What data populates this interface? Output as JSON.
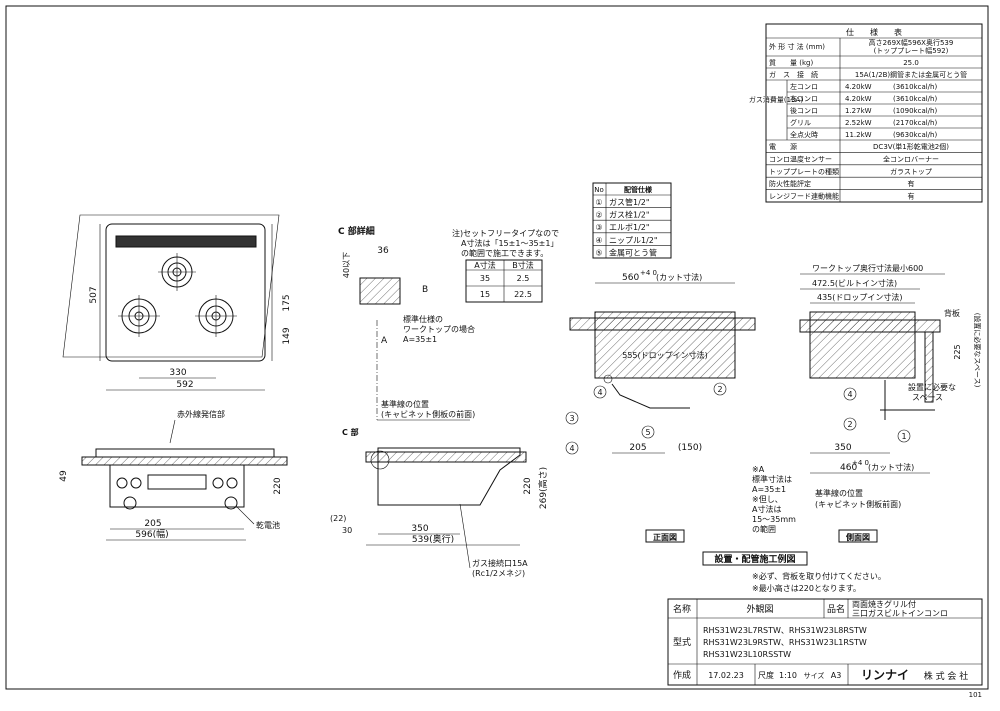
{
  "spec": {
    "title": "仕　　様　　表",
    "rows": [
      {
        "label": "外 形 寸 法 (mm)",
        "value": "高さ269X幅596X奥行539",
        "value2": "(トッププレート幅592)"
      },
      {
        "label": "質　　量 (kg)",
        "value": "25.0"
      },
      {
        "label": "ガ　ス　接　続",
        "value": "15A(1/2B)鋼管または金属可とう管"
      }
    ],
    "gas_group_label": "ガス消費量(13A)",
    "gas": [
      {
        "label": "左コンロ",
        "kw": "4.20kW",
        "kcal": "(3610kcal/h)"
      },
      {
        "label": "右コンロ",
        "kw": "4.20kW",
        "kcal": "(3610kcal/h)"
      },
      {
        "label": "後コンロ",
        "kw": "1.27kW",
        "kcal": "(1090kcal/h)"
      },
      {
        "label": "グリル",
        "kw": "2.52kW",
        "kcal": "(2170kcal/h)"
      },
      {
        "label": "全点火時",
        "kw": "11.2kW",
        "kcal": "(9630kcal/h)"
      }
    ],
    "rows2": [
      {
        "label": "電　　源",
        "value": "DC3V(単1形乾電池2個)"
      },
      {
        "label": "コンロ温度センサー",
        "value": "全コンロバーナー"
      },
      {
        "label": "トッププレートの種類",
        "value": "ガラストップ"
      },
      {
        "label": "防火性能評定",
        "value": "有"
      },
      {
        "label": "レンジフード連動機能",
        "value": "有"
      }
    ]
  },
  "pipe_spec": {
    "header_no": "No",
    "header": "配管仕様",
    "items": [
      {
        "no": "①",
        "name": "ガス管1/2\""
      },
      {
        "no": "②",
        "name": "ガス栓1/2\""
      },
      {
        "no": "③",
        "name": "エルボ1/2\""
      },
      {
        "no": "④",
        "name": "ニップル1/2\""
      },
      {
        "no": "⑤",
        "name": "金属可とう管"
      }
    ]
  },
  "note_setfree": {
    "lines": [
      "注)セットフリータイプなので",
      "A寸法は「15±1〜35±1」",
      "の範囲で施工できます。"
    ],
    "col_a": "A寸法",
    "col_b": "B寸法",
    "rows": [
      [
        "35",
        "2.5"
      ],
      [
        "15",
        "22.5"
      ]
    ]
  },
  "top_view": {
    "dim_height": "507",
    "dim_right_top": "175",
    "dim_right_bottom": "149",
    "dim_width_inner": "330",
    "dim_width_outer": "592"
  },
  "front_view": {
    "ir_label": "赤外線発信部",
    "battery_label": "乾電池",
    "dim_49": "49",
    "dim_220": "220",
    "dim_205": "205",
    "dim_width": "596(幅)"
  },
  "detail_c": {
    "title": "C 部詳細",
    "dim_36": "36",
    "dim_40": "40以下",
    "label_b": "B",
    "label_a": "A",
    "std_lines": [
      "標準仕様の",
      "ワークトップの場合",
      "A=35±1"
    ],
    "ref_lines": [
      "基準線の位置",
      "(キャビネット側板の前面)"
    ],
    "c_part": "C 部",
    "dim_22": "(22)",
    "dim_30": "30",
    "dim_350": "350",
    "dim_539": "539(奥行)",
    "dim_220": "220",
    "dim_269": "269(高さ)",
    "gas_lines": [
      "ガス接続口15A",
      "(Rc1/2メネジ)"
    ]
  },
  "front_install": {
    "dim_560": "560",
    "tol_560": "+4 0",
    "cut_label": "(カット寸法)",
    "dim_555": "555(ドロップイン寸法)",
    "dim_205": "205",
    "dim_150": "(150)",
    "caption": "正面図"
  },
  "side_install": {
    "wt_label": "ワークトップ奥行寸法最小600",
    "dim_4725": "472.5(ビルトイン寸法)",
    "dim_435": "435(ドロップイン寸法)",
    "backboard": "背板",
    "dim_225": "225",
    "space_note": "(設置に必要なスペース)",
    "space_label": [
      "設置に必要な",
      "スペース"
    ],
    "dim_350": "350",
    "dim_460": "460",
    "tol_460": "+4 0",
    "cut_label": "(カット寸法)",
    "ref_lines": [
      "基準線の位置",
      "(キャビネット側板前面)"
    ],
    "caption": "側面図"
  },
  "note_a": {
    "lines": [
      "※A",
      "標準寸法は",
      "A=35±1",
      "※但し、",
      "A寸法は",
      "15〜35mm",
      "の範囲"
    ]
  },
  "install_title": "設置・配管施工例図",
  "install_notes": [
    "※必ず、背板を取り付けてください。",
    "※最小高さは220となります。"
  ],
  "title_block": {
    "name_label": "名称",
    "name_value": "外観図",
    "product_label": "品名",
    "product_lines": [
      "両面焼きグリル付",
      "三口ガスビルトインコンロ"
    ],
    "model_label": "型式",
    "models": [
      "RHS31W23L7RSTW、RHS31W23L8RSTW",
      "RHS31W23L9RSTW、RHS31W23L1RSTW",
      "RHS31W23L10RSSTW"
    ],
    "date_label": "作成",
    "date": "17.02.23",
    "scale_label": "尺度",
    "scale": "1:10",
    "size_label": "サイズ",
    "size": "A3",
    "company": "リンナイ",
    "company_suffix": "株 式 会 社",
    "sheet_no": "101"
  }
}
